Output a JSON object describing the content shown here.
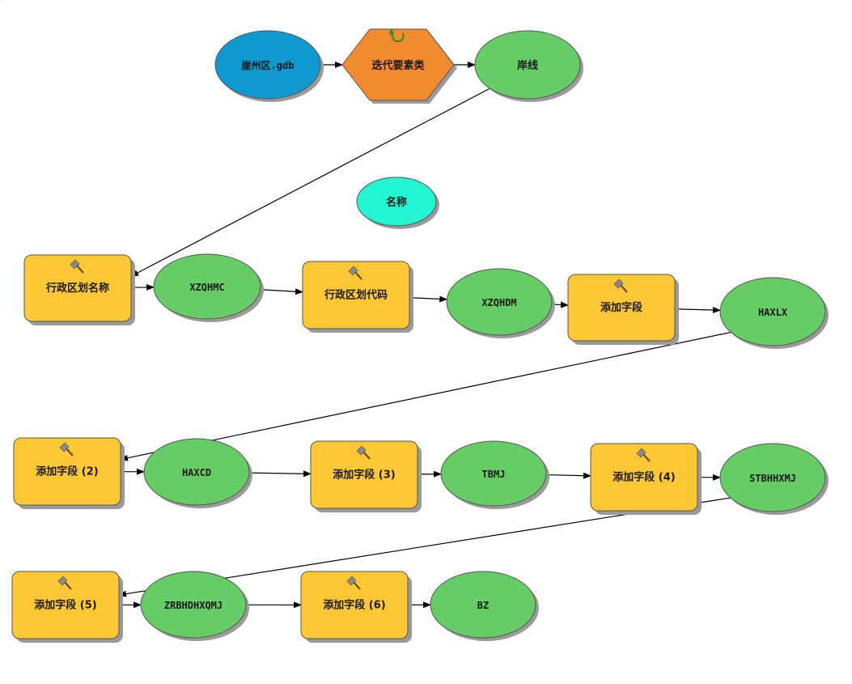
{
  "nodes": [
    {
      "id": "gdb",
      "label": "崖州区.gdb",
      "kind": "input",
      "color": "#0e9ad1"
    },
    {
      "id": "iter",
      "label": "迭代要素类",
      "kind": "iterator",
      "color": "#f28a2e"
    },
    {
      "id": "anxian",
      "label": "岸线",
      "kind": "data",
      "color": "#66cc66"
    },
    {
      "id": "mingcheng",
      "label": "名称",
      "kind": "value",
      "color": "#22f5d2"
    },
    {
      "id": "t1",
      "label": "行政区划名称",
      "kind": "tool",
      "color": "#fdc833"
    },
    {
      "id": "d1",
      "label": "XZQHMC",
      "kind": "data",
      "color": "#66cc66"
    },
    {
      "id": "t2",
      "label": "行政区划代码",
      "kind": "tool",
      "color": "#fdc833"
    },
    {
      "id": "d2",
      "label": "XZQHDM",
      "kind": "data",
      "color": "#66cc66"
    },
    {
      "id": "t3",
      "label": "添加字段",
      "kind": "tool",
      "color": "#fdc833"
    },
    {
      "id": "d3",
      "label": "HAXLX",
      "kind": "data",
      "color": "#66cc66"
    },
    {
      "id": "t4",
      "label": "添加字段 (2)",
      "kind": "tool",
      "color": "#fdc833"
    },
    {
      "id": "d4",
      "label": "HAXCD",
      "kind": "data",
      "color": "#66cc66"
    },
    {
      "id": "t5",
      "label": "添加字段 (3)",
      "kind": "tool",
      "color": "#fdc833"
    },
    {
      "id": "d5",
      "label": "TBMJ",
      "kind": "data",
      "color": "#66cc66"
    },
    {
      "id": "t6",
      "label": "添加字段 (4)",
      "kind": "tool",
      "color": "#fdc833"
    },
    {
      "id": "d6",
      "label": "STBHHXMJ",
      "kind": "data",
      "color": "#66cc66"
    },
    {
      "id": "t7",
      "label": "添加字段 (5)",
      "kind": "tool",
      "color": "#fdc833"
    },
    {
      "id": "d7",
      "label": "ZRBHDHXQMJ",
      "kind": "data",
      "color": "#66cc66"
    },
    {
      "id": "t8",
      "label": "添加字段 (6)",
      "kind": "tool",
      "color": "#fdc833"
    },
    {
      "id": "d8",
      "label": "BZ",
      "kind": "data",
      "color": "#66cc66"
    }
  ],
  "edges": [
    [
      "gdb",
      "iter"
    ],
    [
      "iter",
      "anxian"
    ],
    [
      "iter",
      "mingcheng"
    ],
    [
      "anxian",
      "t1"
    ],
    [
      "t1",
      "d1"
    ],
    [
      "d1",
      "t2"
    ],
    [
      "t2",
      "d2"
    ],
    [
      "d2",
      "t3"
    ],
    [
      "t3",
      "d3"
    ],
    [
      "d3",
      "t4"
    ],
    [
      "t4",
      "d4"
    ],
    [
      "d4",
      "t5"
    ],
    [
      "t5",
      "d5"
    ],
    [
      "d5",
      "t6"
    ],
    [
      "t6",
      "d6"
    ],
    [
      "d6",
      "t7"
    ],
    [
      "t7",
      "d7"
    ],
    [
      "d7",
      "t8"
    ],
    [
      "t8",
      "d8"
    ]
  ],
  "icons": {
    "tool": "hammer-icon",
    "iterator": "refresh-icon"
  },
  "colors": {
    "edge": "#000000",
    "outline": "#555555",
    "shadow": "#9a9a9a"
  }
}
